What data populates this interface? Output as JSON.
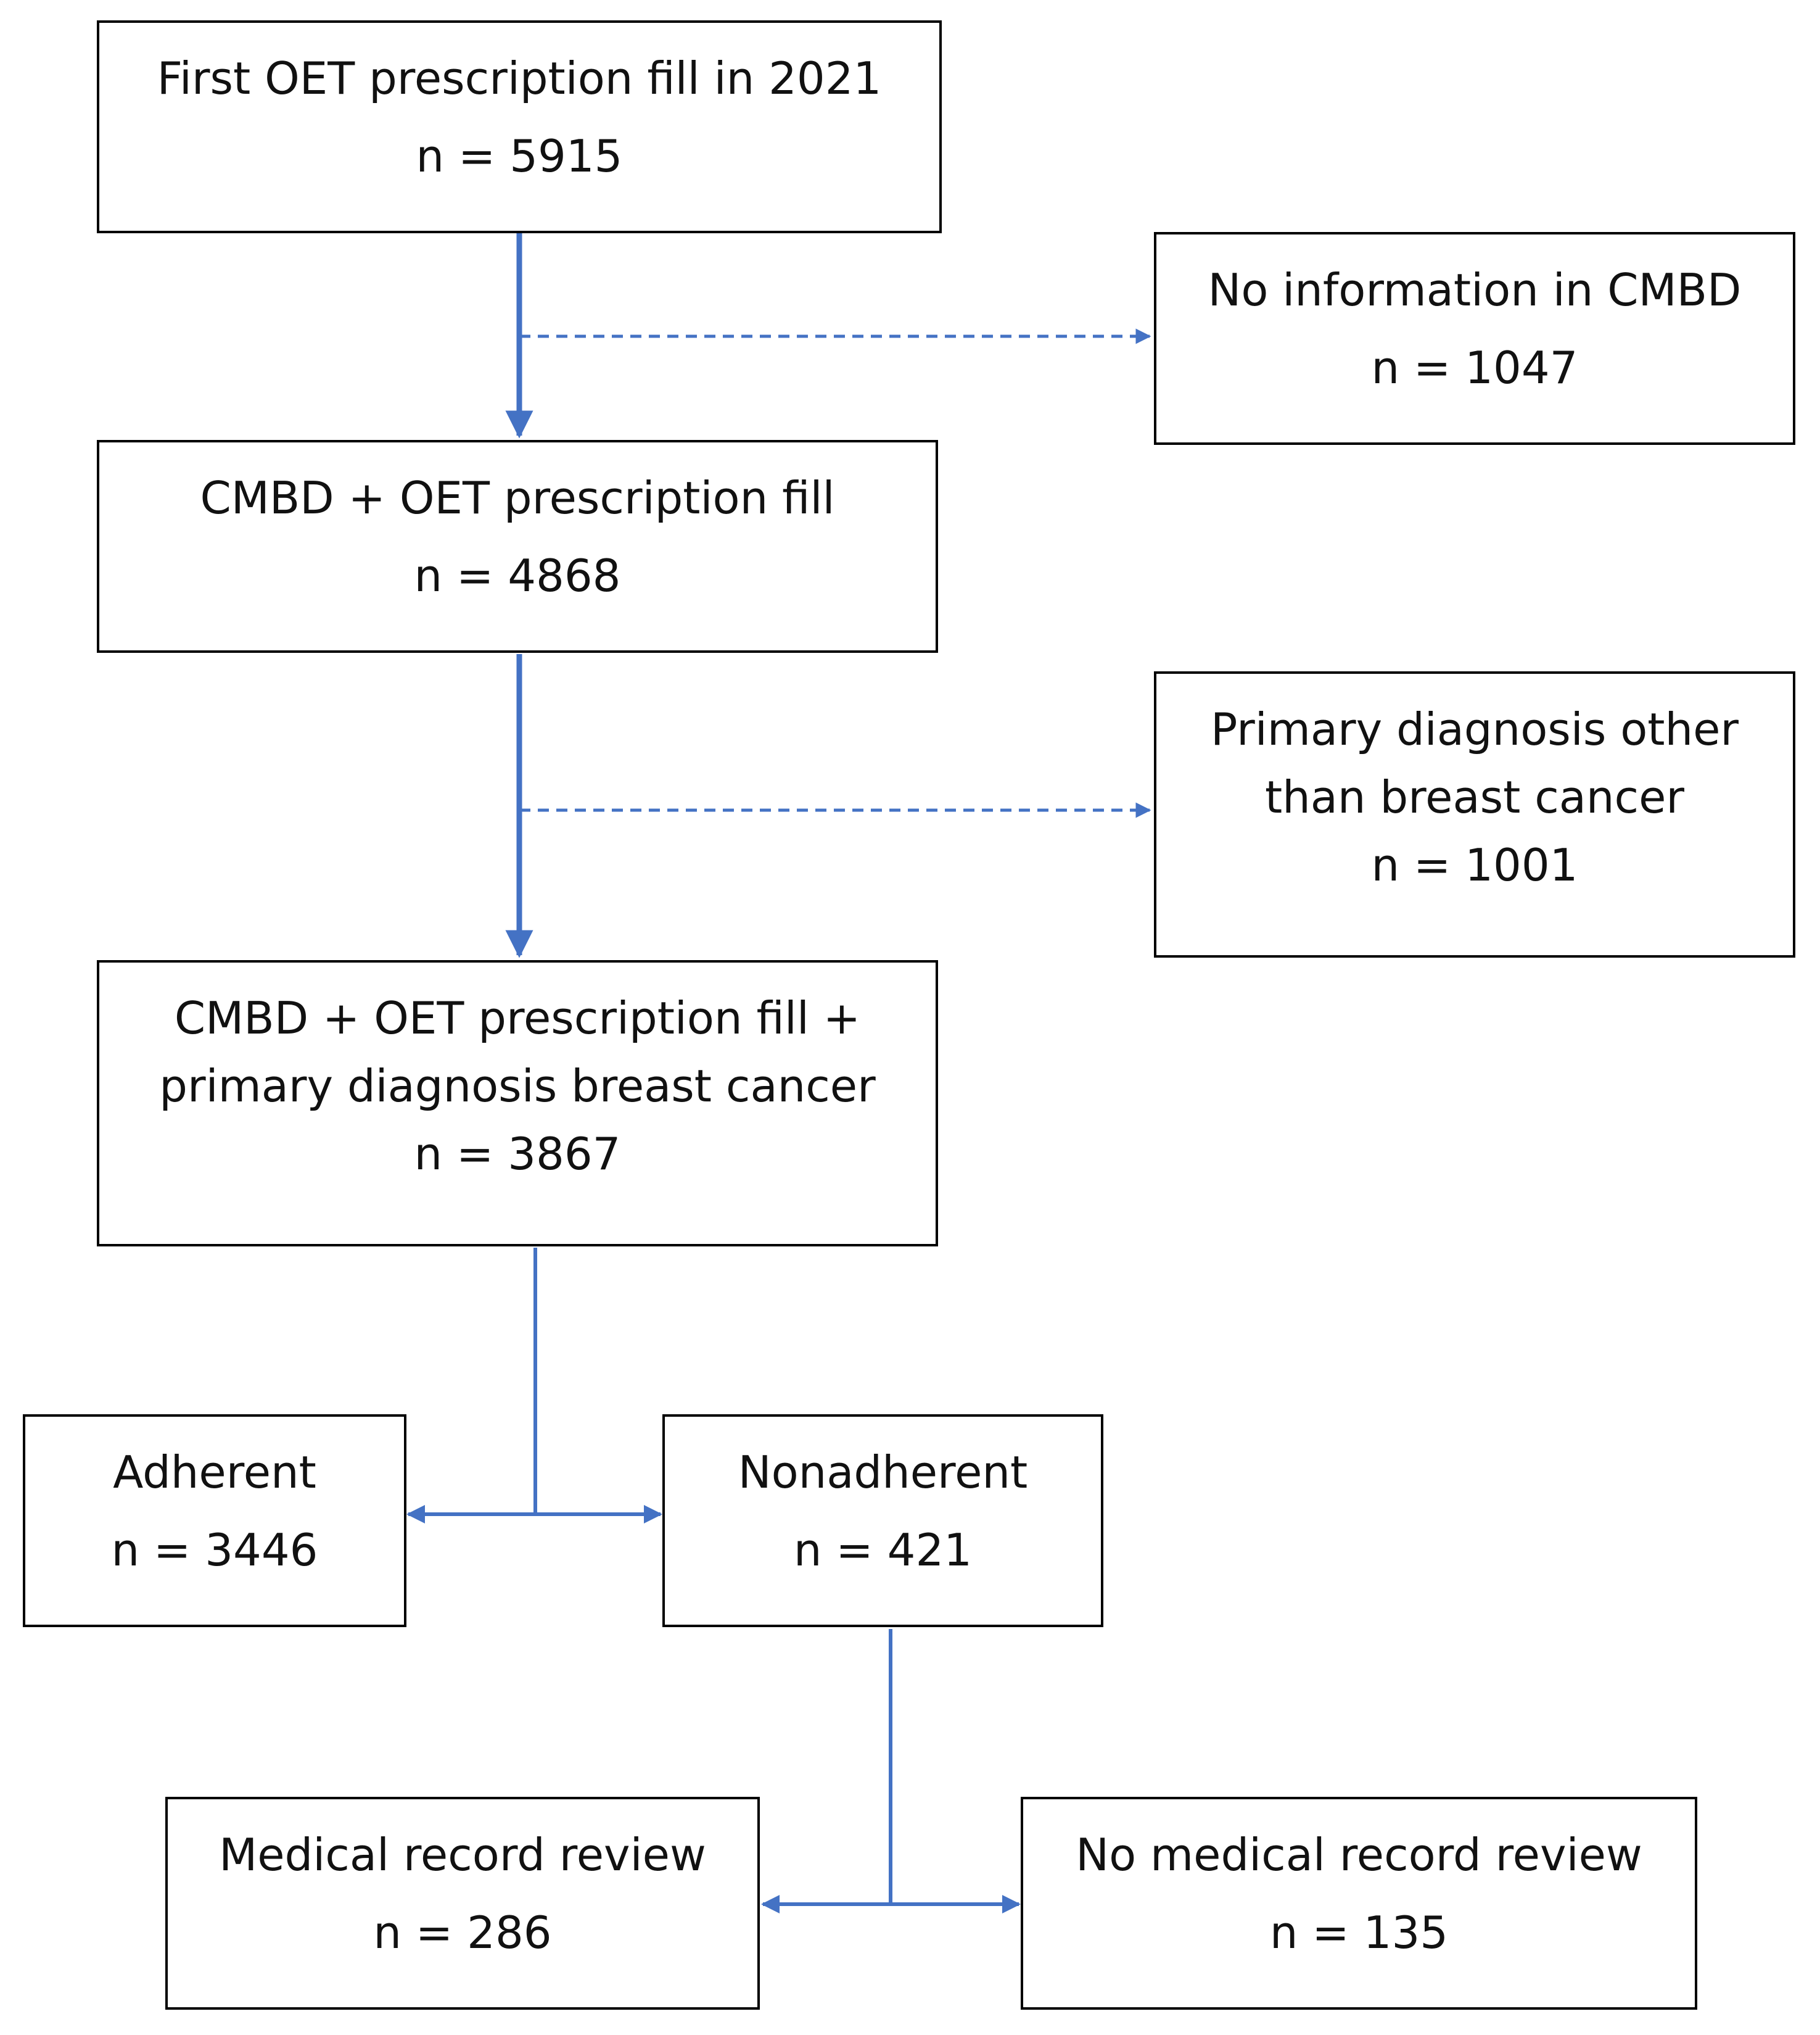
{
  "diagram": {
    "line_color": "#4472C4",
    "box_border_color": "#000000",
    "boxes": {
      "first_fill": {
        "lines": [
          "First OET prescription fill in 2021"
        ],
        "count": "n = 5915"
      },
      "no_info": {
        "lines": [
          "No information in CMBD"
        ],
        "count": "n = 1047"
      },
      "cmbd_oet": {
        "lines": [
          "CMBD + OET prescription fill"
        ],
        "count": "n = 4868"
      },
      "other_dx": {
        "lines": [
          "Primary diagnosis other",
          "than breast cancer"
        ],
        "count": "n = 1001"
      },
      "breast_cancer": {
        "lines": [
          "CMBD + OET prescription fill +",
          "primary diagnosis breast cancer"
        ],
        "count": "n = 3867"
      },
      "adherent": {
        "lines": [
          "Adherent"
        ],
        "count": "n = 3446"
      },
      "nonadherent": {
        "lines": [
          "Nonadherent"
        ],
        "count": "n = 421"
      },
      "review": {
        "lines": [
          "Medical record review"
        ],
        "count": "n = 286"
      },
      "no_review": {
        "lines": [
          "No medical record review"
        ],
        "count": "n = 135"
      }
    },
    "connectors": [
      {
        "from": "first_fill",
        "to": "cmbd_oet",
        "style": "solid"
      },
      {
        "from": "first_fill",
        "to": "no_info",
        "style": "dashed"
      },
      {
        "from": "cmbd_oet",
        "to": "breast_cancer",
        "style": "solid"
      },
      {
        "from": "cmbd_oet",
        "to": "other_dx",
        "style": "dashed"
      },
      {
        "from": "breast_cancer",
        "to": "adherent",
        "style": "solid"
      },
      {
        "from": "breast_cancer",
        "to": "nonadherent",
        "style": "solid"
      },
      {
        "from": "nonadherent",
        "to": "review",
        "style": "solid"
      },
      {
        "from": "nonadherent",
        "to": "no_review",
        "style": "solid"
      }
    ]
  }
}
